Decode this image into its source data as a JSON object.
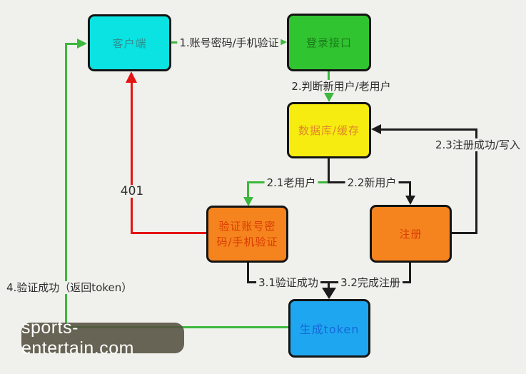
{
  "title": "login-auth-flow-diagram",
  "colors": {
    "background": "#f0f1ec",
    "client_fill": "#0be2e2",
    "client_text": "#2d8f8f",
    "login_fill": "#31c431",
    "login_text": "#1a7a1a",
    "db_fill": "#f6ec10",
    "db_text": "#e2862a",
    "verify_fill": "#f5841f",
    "verify_text": "#da3c00",
    "register_fill": "#f5841f",
    "register_text": "#da3c00",
    "token_fill": "#1ea7f0",
    "token_text": "#1568d8",
    "green_line": "#3db83d",
    "red_line": "#e41414",
    "black_line": "#1c1c1c",
    "node_border": "#141414",
    "label_text": "#2e2e2e",
    "watermark_bg": "rgba(83,80,64,0.88)",
    "watermark_text": "#ffffff"
  },
  "nodes": {
    "client": {
      "label": "客户端"
    },
    "login_api": {
      "label": "登录接口"
    },
    "db_cache": {
      "label": "数据库/缓存"
    },
    "verify": {
      "label": "验证账号密\n码/手机验证"
    },
    "register": {
      "label": "注册"
    },
    "token": {
      "label": "生成token"
    }
  },
  "edges": {
    "credentials": {
      "label": "1.账号密码/手机验证"
    },
    "judge_user": {
      "label": "2.判断新用户/老用户"
    },
    "old_user": {
      "label": "2.1老用户"
    },
    "new_user": {
      "label": "2.2新用户"
    },
    "register_write": {
      "label": "2.3注册成功/写入"
    },
    "verify_success": {
      "label": "3.1验证成功"
    },
    "register_done": {
      "label": "3.2完成注册"
    },
    "unauthorized": {
      "label": "401"
    },
    "return_token": {
      "label": "4.验证成功（返回token）"
    }
  },
  "watermark": {
    "text": "sports-entertain.com"
  }
}
